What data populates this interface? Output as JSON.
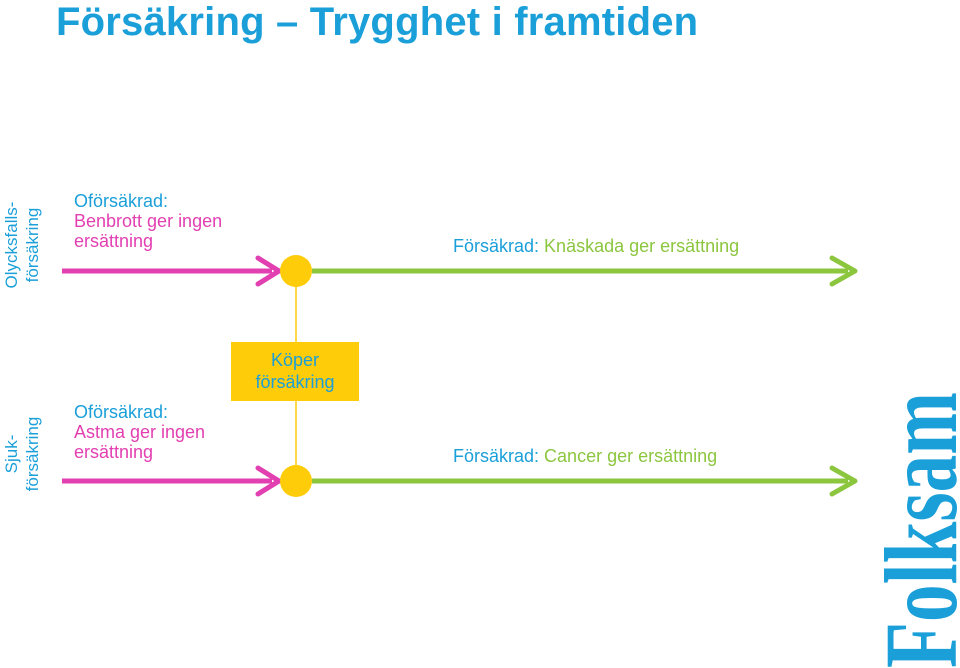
{
  "title": "Försäkring – Trygghet i framtiden",
  "side_labels": {
    "top": [
      "Olycksfalls-",
      "försäkring"
    ],
    "bottom": [
      "Sjuk-",
      "försäkring"
    ]
  },
  "uninsured_notes": {
    "top": {
      "label": "Oförsäkrad:",
      "text": "Benbrott ger ingen ersättning"
    },
    "bottom": {
      "label": "Oförsäkrad:",
      "text": "Astma ger ingen ersättning"
    }
  },
  "insured_notes": {
    "top": {
      "label": "Försäkrad:",
      "text": "Knäskada ger ersättning"
    },
    "bottom": {
      "label": "Försäkrad:",
      "text": "Cancer ger ersättning"
    }
  },
  "buy_box": {
    "line1": "Köper",
    "line2": "försäkring"
  },
  "logo": {
    "text": "Folksam"
  },
  "colors": {
    "blue": "#1a9fd9",
    "pink": "#e23fb1",
    "green": "#8cc63f",
    "yellow": "#ffcc0a"
  }
}
